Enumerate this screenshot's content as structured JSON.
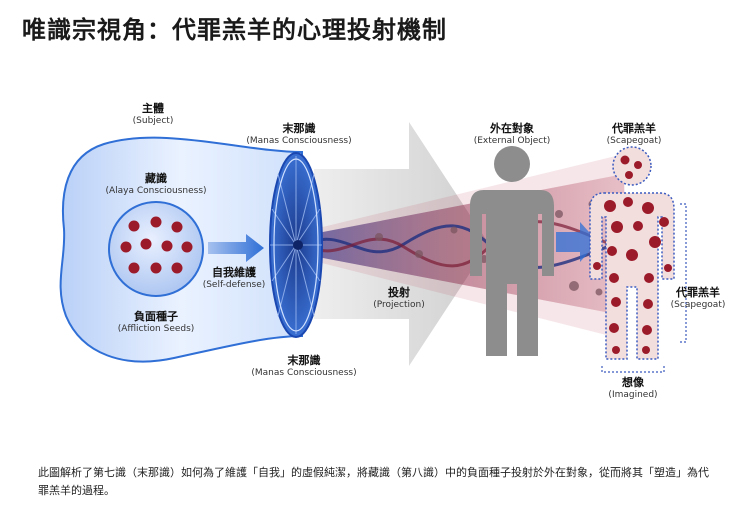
{
  "title": "唯識宗視角：代罪羔羊的心理投射機制",
  "labels": {
    "subject": {
      "zh": "主體",
      "en": "(Subject)"
    },
    "alaya": {
      "zh": "藏識",
      "en": "(Alaya Consciousness)"
    },
    "affliction": {
      "zh": "負面種子",
      "en": "(Affliction Seeds)"
    },
    "self_defense": {
      "zh": "自我維護",
      "en": "(Self-defense)"
    },
    "manas_top": {
      "zh": "末那識",
      "en": "(Manas Consciousness)"
    },
    "manas_bottom": {
      "zh": "末那識",
      "en": "(Manas Consciousness)"
    },
    "projection": {
      "zh": "投射",
      "en": "(Projection)"
    },
    "external_object": {
      "zh": "外在對象",
      "en": "(External Object)"
    },
    "scapegoat_top": {
      "zh": "代罪羔羊",
      "en": "(Scapegoat)"
    },
    "scapegoat_side": {
      "zh": "代罪羔羊",
      "en": "(Scapegoat)"
    },
    "imagined": {
      "zh": "想像",
      "en": "(Imagined)"
    }
  },
  "caption": "此圖解析了第七識（末那識）如何為了維護「自我」的虛假純潔，將藏識（第八識）中的負面種子投射於外在對象，從而將其「塑造」為代罪羔羊的過程。",
  "colors": {
    "vessel_blue": "#2f6fd6",
    "light_blue": "#dfeaff",
    "seed_red": "#9c1b2b",
    "figure_gray": "#8d8d8d",
    "arrow_gray": "#d6d6d6"
  }
}
